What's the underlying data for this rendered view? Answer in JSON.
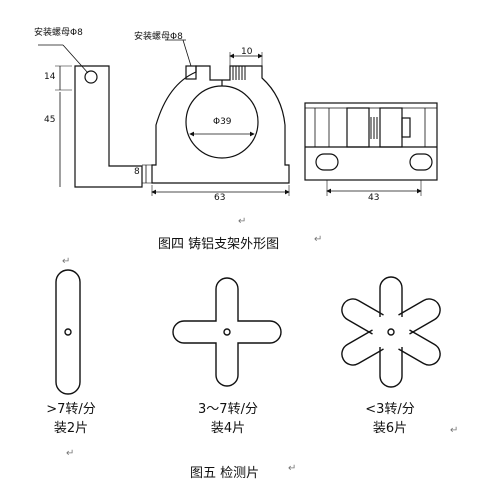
{
  "figure4": {
    "caption": "图四  铸铝支架外形图",
    "labels": {
      "nut_left": "安装螺母Φ8",
      "nut_right": "安装螺母Φ8",
      "dim_14": "14",
      "dim_45": "45",
      "dim_8": "8",
      "dim_63": "63",
      "dim_39": "Φ39",
      "dim_10": "10",
      "dim_43": "43"
    }
  },
  "figure5": {
    "caption": "图五   检测片",
    "pieces": [
      {
        "line1": ">7转/分",
        "line2": "装2片"
      },
      {
        "line1": "3～7转/分",
        "line2": "装4片"
      },
      {
        "line1": "<3转/分",
        "line2": "装6片"
      }
    ]
  },
  "marks": {
    "return_glyph": "↵"
  }
}
